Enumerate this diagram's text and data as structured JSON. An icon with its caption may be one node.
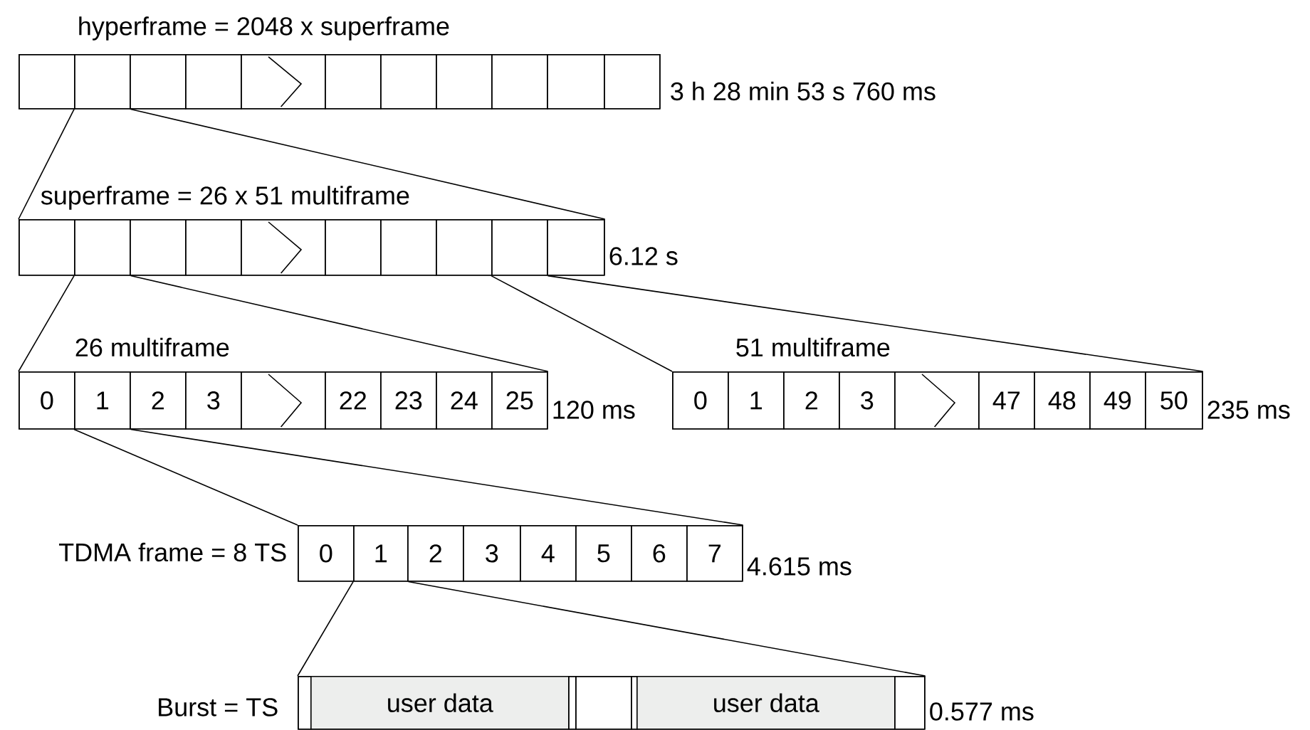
{
  "diagram": {
    "nodes": [
      {
        "text": [
          "hyperframe = 2048 x superframe"
        ],
        "beside": [
          "3 h 28 min 53 s 760 ms"
        ]
      },
      {
        "text": [],
        "shape": "box",
        "in": 0
      },
      {
        "text": [],
        "shape": "box",
        "in": 0
      },
      {
        "text": [],
        "shape": "box",
        "in": 0
      },
      {
        "text": [],
        "shape": "box",
        "in": 0
      },
      {
        "text": [],
        "shape": "zigzag",
        "in": 0
      },
      {
        "text": [],
        "shape": "box",
        "in": 0
      },
      {
        "text": [],
        "shape": "box",
        "in": 0
      },
      {
        "text": [],
        "shape": "box",
        "in": 0
      },
      {
        "text": [],
        "shape": "box",
        "in": 0
      },
      {
        "text": [],
        "shape": "box",
        "in": 0
      },
      {
        "text": [],
        "shape": "box",
        "in": 0
      },
      {
        "text": [
          "superframe = 26 x 51 multiframe"
        ],
        "beside": [
          "6.12 s"
        ]
      },
      {
        "text": [],
        "shape": "box",
        "in": 12
      },
      {
        "text": [],
        "shape": "box",
        "in": 12
      },
      {
        "text": [],
        "shape": "box",
        "in": 12
      },
      {
        "text": [],
        "shape": "box",
        "in": 12
      },
      {
        "text": [],
        "shape": "zigzag",
        "in": 12
      },
      {
        "text": [],
        "shape": "box",
        "in": 12
      },
      {
        "text": [],
        "shape": "box",
        "in": 12
      },
      {
        "text": [],
        "shape": "box",
        "in": 12
      },
      {
        "text": [],
        "shape": "box",
        "in": 12
      },
      {
        "text": [],
        "shape": "box",
        "in": 12
      },
      {
        "text": [
          "26 multiframe"
        ],
        "beside": [
          "120 ms"
        ]
      },
      {
        "text": [
          "0"
        ],
        "in": 23
      },
      {
        "text": [
          "1"
        ],
        "in": 23
      },
      {
        "text": [
          "2"
        ],
        "in": 23
      },
      {
        "text": [
          "3"
        ],
        "in": 23
      },
      {
        "text": [],
        "shape": "zigzag",
        "in": 23
      },
      {
        "text": [
          "22"
        ],
        "in": 23
      },
      {
        "text": [
          "23"
        ],
        "in": 23
      },
      {
        "text": [
          "24"
        ],
        "in": 23
      },
      {
        "text": [
          "25"
        ],
        "in": 23
      },
      {
        "text": [
          "51 multiframe"
        ],
        "beside": [
          "235 ms"
        ]
      },
      {
        "text": [
          "0"
        ],
        "in": 33
      },
      {
        "text": [
          "1"
        ],
        "in": 33
      },
      {
        "text": [
          "2"
        ],
        "in": 33
      },
      {
        "text": [
          "3"
        ],
        "in": 33
      },
      {
        "text": [],
        "shape": "zigzag",
        "in": 33
      },
      {
        "text": [
          "47"
        ],
        "in": 33
      },
      {
        "text": [
          "48"
        ],
        "in": 33
      },
      {
        "text": [
          "49"
        ],
        "in": 33
      },
      {
        "text": [
          "50"
        ],
        "in": 33
      },
      {
        "text": [
          "TDMA frame = 8 TS"
        ],
        "beside": [
          "4.615 ms"
        ]
      },
      {
        "text": [
          "0"
        ],
        "in": 43
      },
      {
        "text": [
          "1"
        ],
        "in": 43
      },
      {
        "text": [
          "2"
        ],
        "in": 43
      },
      {
        "text": [
          "3"
        ],
        "in": 43
      },
      {
        "text": [
          "4"
        ],
        "in": 43
      },
      {
        "text": [
          "5"
        ],
        "in": 43
      },
      {
        "text": [
          "6"
        ],
        "in": 43
      },
      {
        "text": [
          "7"
        ],
        "in": 43
      },
      {
        "text": [
          "Burst = TS"
        ],
        "beside": [
          "0.577 ms"
        ]
      },
      {
        "text": [],
        "shape": "box",
        "in": 52
      },
      {
        "text": [
          "user data"
        ],
        "in": 52
      },
      {
        "text": [],
        "shape": "box",
        "in": 52
      },
      {
        "text": [],
        "shape": "box",
        "in": 52
      },
      {
        "text": [],
        "shape": "box",
        "in": 52
      },
      {
        "text": [
          "user data"
        ],
        "in": 52
      },
      {
        "text": [],
        "shape": "box",
        "in": 52
      }
    ],
    "edges": [
      {
        "from": 2,
        "to": 12,
        "arrow": "none"
      },
      {
        "from": 2,
        "to": 12,
        "arrow": "none"
      },
      {
        "from": 14,
        "to": 23,
        "arrow": "none"
      },
      {
        "from": 14,
        "to": 23,
        "arrow": "none"
      },
      {
        "from": 21,
        "to": 33,
        "arrow": "none"
      },
      {
        "from": 21,
        "to": 33,
        "arrow": "none"
      },
      {
        "from": 25,
        "to": 43,
        "arrow": "none"
      },
      {
        "from": 25,
        "to": 43,
        "arrow": "none"
      },
      {
        "from": 45,
        "to": 52,
        "arrow": "none"
      },
      {
        "from": 45,
        "to": 52,
        "arrow": "none"
      }
    ]
  }
}
